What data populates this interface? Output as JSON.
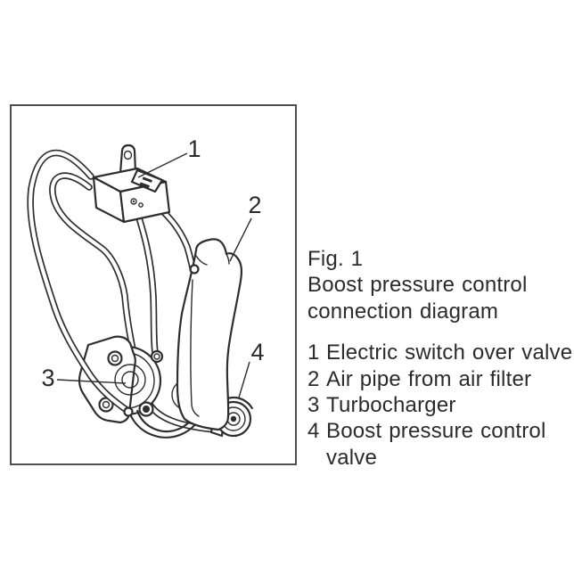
{
  "colors": {
    "background": "#ffffff",
    "line": "#2e2e2e",
    "border": "#4f4f4f",
    "text": "#2b2b2b"
  },
  "figure": {
    "label": "Fig. 1",
    "caption_line1": "Boost pressure control",
    "caption_line2": "connection diagram",
    "legend": [
      {
        "num": "1",
        "text": "Electric switch over valve",
        "text2": ""
      },
      {
        "num": "2",
        "text": "Air pipe from air filter",
        "text2": ""
      },
      {
        "num": "3",
        "text": "Turbocharger",
        "text2": ""
      },
      {
        "num": "4",
        "text": "Boost pressure control",
        "text2": "valve"
      }
    ]
  },
  "diagram": {
    "callouts": [
      "1",
      "2",
      "3",
      "4"
    ]
  }
}
